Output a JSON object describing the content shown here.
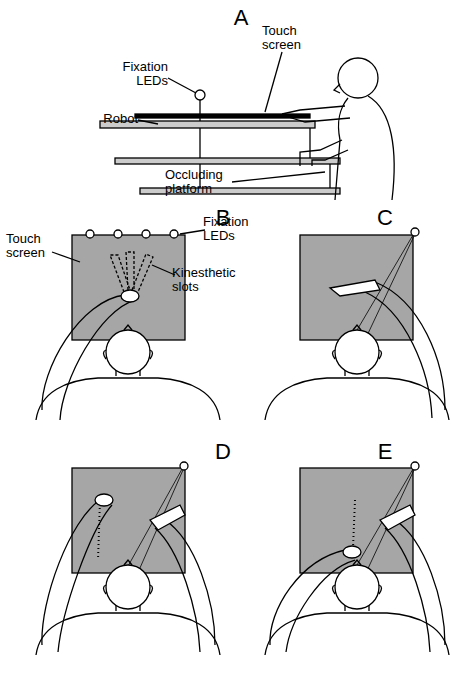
{
  "diagram": {
    "labels": [
      "A",
      "Fixation LEDs",
      "Touch screen",
      "Robot",
      "Occluding platform",
      "B",
      "Fixation LEDs",
      "Touch screen",
      "Kinesthetic slots",
      "C",
      "D",
      "E"
    ]
  }
}
